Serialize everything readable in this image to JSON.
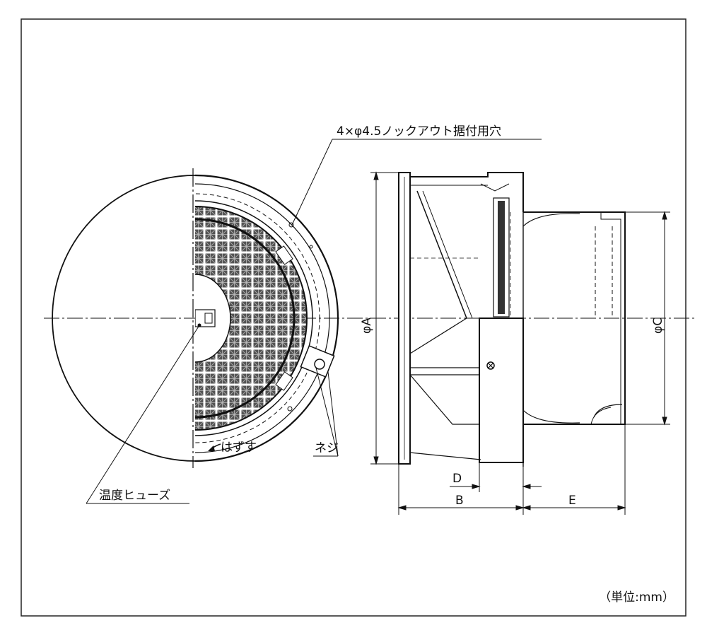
{
  "labels": {
    "knockout_hole": "4×φ4.5ノックアウト据付用穴",
    "temperature_fuse": "温度ヒューズ",
    "screw": "ネジ",
    "remove": "はずす",
    "unit": "（単位:mm）",
    "phi_a": "φA",
    "phi_c": "φC",
    "dim_b": "B",
    "dim_d": "D",
    "dim_e": "E"
  }
}
